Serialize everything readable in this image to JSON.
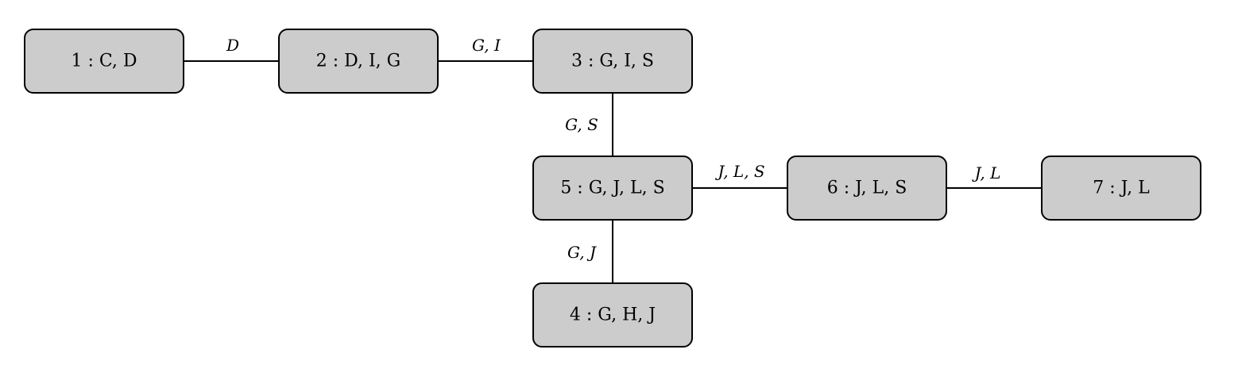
{
  "diagram": {
    "nodes": [
      {
        "id": "1",
        "label": "1 : C, D"
      },
      {
        "id": "2",
        "label": "2 : D, I, G"
      },
      {
        "id": "3",
        "label": "3 : G, I, S"
      },
      {
        "id": "5",
        "label": "5 : G, J, L, S"
      },
      {
        "id": "6",
        "label": "6 : J, L, S"
      },
      {
        "id": "7",
        "label": "7 : J, L"
      },
      {
        "id": "4",
        "label": "4 : G, H, J"
      }
    ],
    "edges": [
      {
        "from": "1",
        "to": "2",
        "label": "D"
      },
      {
        "from": "2",
        "to": "3",
        "label": "G, I"
      },
      {
        "from": "3",
        "to": "5",
        "label": "G, S"
      },
      {
        "from": "5",
        "to": "6",
        "label": "J, L, S"
      },
      {
        "from": "6",
        "to": "7",
        "label": "J, L"
      },
      {
        "from": "5",
        "to": "4",
        "label": "G, J"
      }
    ],
    "colors": {
      "node_fill": "#cccccc",
      "stroke": "#000000",
      "background": "#ffffff"
    }
  }
}
